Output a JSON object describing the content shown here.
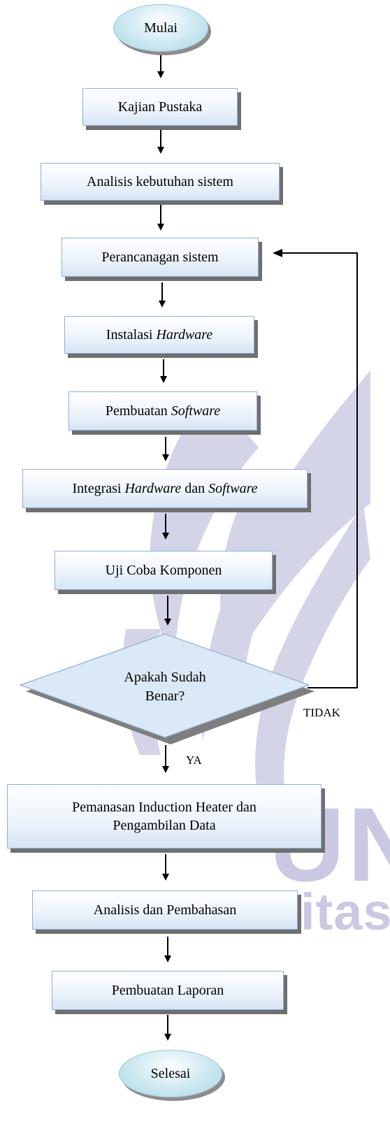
{
  "watermark": {
    "text_large": "UN",
    "text_small": "niversitas N"
  },
  "nodes": {
    "start": "Mulai",
    "kajian": "Kajian Pustaka",
    "analisis_kebutuhan": "Analisis kebutuhan sistem",
    "perancangan": "Perancanagan sistem",
    "instalasi_prefix": "Instalasi ",
    "instalasi_italic": "Hardware",
    "pembuatan_prefix": "Pembuatan ",
    "pembuatan_italic": "Software",
    "integrasi_prefix": "Integrasi ",
    "integrasi_italic1": "Hardware",
    "integrasi_mid": " dan ",
    "integrasi_italic2": "Software",
    "uji_coba": "Uji Coba Komponen",
    "decision_line1": "Apakah Sudah",
    "decision_line2": "Benar?",
    "pemanasan_line1": "Pemanasan Induction Heater dan",
    "pemanasan_line2": "Pengambilan Data",
    "analisis_pembahasan": "Analisis dan Pembahasan",
    "laporan": "Pembuatan Laporan",
    "end": "Selesai"
  },
  "labels": {
    "yes": "YA",
    "no": "TIDAK"
  },
  "colors": {
    "box_border": "#8fb0d4",
    "box_fill_bottom": "#d6e4f3",
    "oval_fill": "#a9d6e4",
    "diamond_fill": "#dbe8f5",
    "watermark": "#c9c9e4"
  }
}
